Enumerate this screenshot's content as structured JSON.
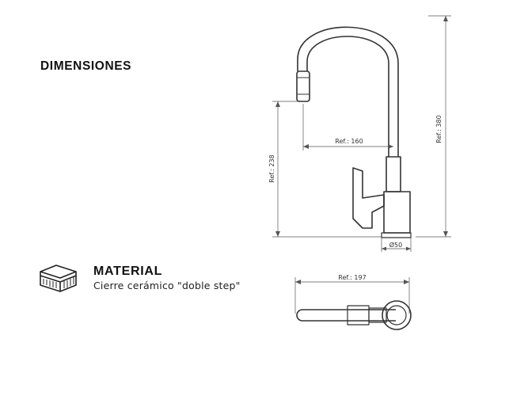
{
  "section": {
    "title": "DIMENSIONES"
  },
  "material": {
    "icon": "layered-material-icon",
    "title": "MATERIAL",
    "description": "Cierre cerámico \"doble step\""
  },
  "drawing": {
    "labels": {
      "height_total": "Ref.: 380",
      "height_spout": "Ref.: 238",
      "reach": "Ref.: 160",
      "base_diameter": "Ø50",
      "top_length": "Ref.: 197"
    }
  }
}
